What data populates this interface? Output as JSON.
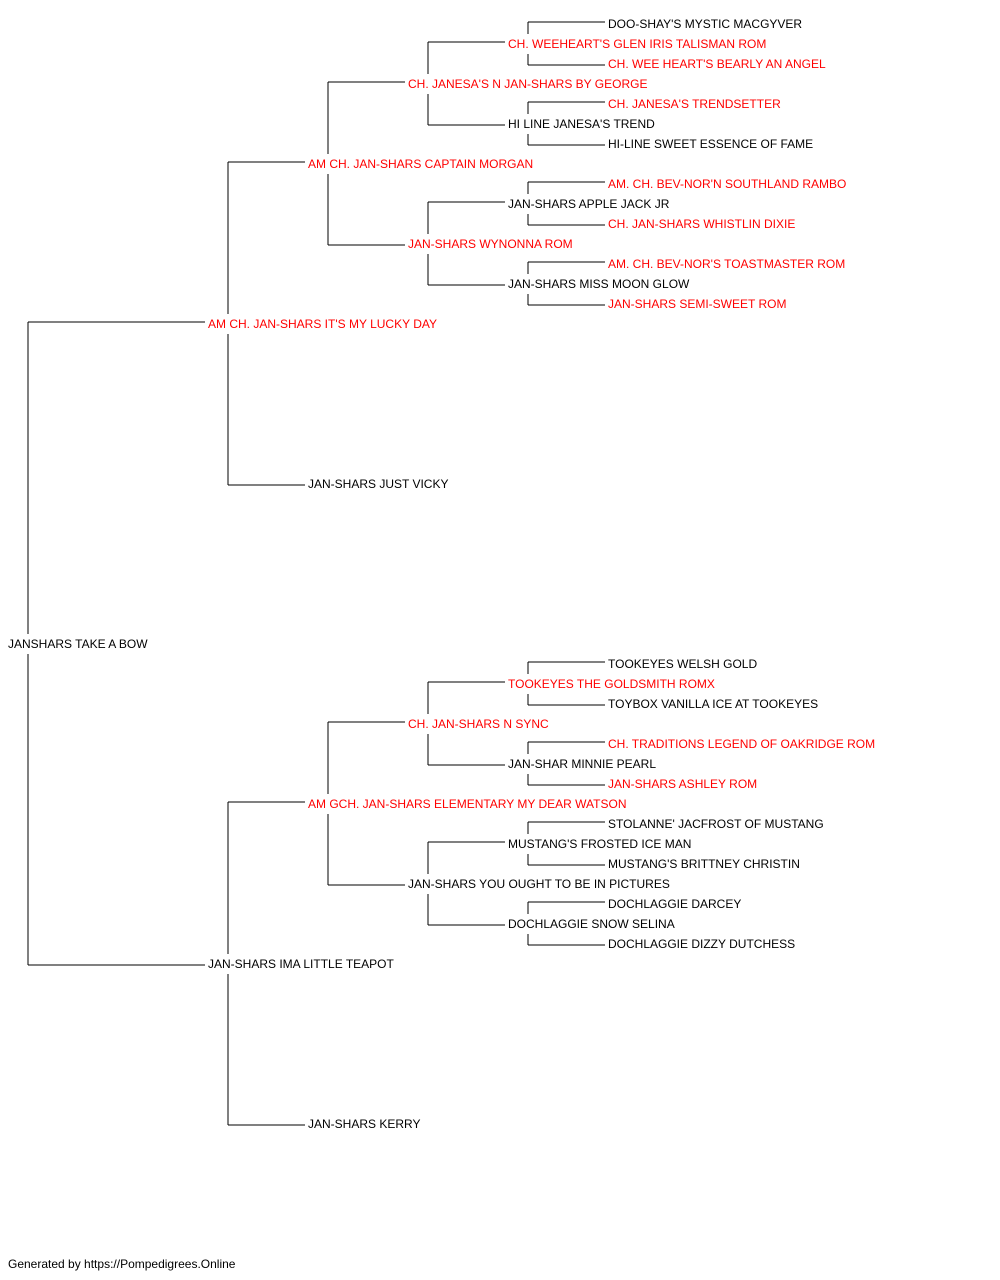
{
  "colors": {
    "titled": "#ff0000",
    "plain": "#000000",
    "lines": "#000000"
  },
  "pedigree": {
    "subject": {
      "name": "JANSHARS TAKE A BOW",
      "titled": false
    },
    "sire": {
      "name": "AM CH. JAN-SHARS IT'S MY LUCKY DAY",
      "titled": true
    },
    "dam": {
      "name": "JAN-SHARS IMA LITTLE TEAPOT",
      "titled": false
    },
    "sire_sire": {
      "name": "AM CH. JAN-SHARS CAPTAIN MORGAN",
      "titled": true
    },
    "sire_dam": {
      "name": "JAN-SHARS JUST VICKY",
      "titled": false
    },
    "dam_sire": {
      "name": "AM GCH. JAN-SHARS ELEMENTARY MY DEAR WATSON",
      "titled": true
    },
    "dam_dam": {
      "name": "JAN-SHARS KERRY",
      "titled": false
    },
    "ss_sire": {
      "name": "CH. JANESA'S N JAN-SHARS BY GEORGE",
      "titled": true
    },
    "ss_dam": {
      "name": "JAN-SHARS WYNONNA ROM",
      "titled": true
    },
    "ds_sire": {
      "name": "CH. JAN-SHARS N SYNC",
      "titled": true
    },
    "ds_dam": {
      "name": "JAN-SHARS YOU OUGHT TO BE IN PICTURES",
      "titled": false
    },
    "sss_sire": {
      "name": "CH. WEEHEART'S GLEN IRIS TALISMAN ROM",
      "titled": true
    },
    "sss_dam": {
      "name": "HI LINE JANESA'S TREND",
      "titled": false
    },
    "ssd_sire": {
      "name": "JAN-SHARS APPLE JACK JR",
      "titled": false
    },
    "ssd_dam": {
      "name": "JAN-SHARS MISS MOON GLOW",
      "titled": false
    },
    "dss_sire": {
      "name": "TOOKEYES THE GOLDSMITH ROMX",
      "titled": true
    },
    "dss_dam": {
      "name": "JAN-SHAR MINNIE PEARL",
      "titled": false
    },
    "dsd_sire": {
      "name": "MUSTANG'S FROSTED ICE MAN",
      "titled": false
    },
    "dsd_dam": {
      "name": "DOCHLAGGIE SNOW SELINA",
      "titled": false
    },
    "g5_01": {
      "name": "DOO-SHAY'S MYSTIC MACGYVER",
      "titled": false
    },
    "g5_02": {
      "name": "CH. WEE HEART'S BEARLY AN ANGEL",
      "titled": true
    },
    "g5_03": {
      "name": "CH. JANESA'S TRENDSETTER",
      "titled": true
    },
    "g5_04": {
      "name": "HI-LINE SWEET ESSENCE OF FAME",
      "titled": false
    },
    "g5_05": {
      "name": "AM. CH. BEV-NOR'N SOUTHLAND RAMBO",
      "titled": true
    },
    "g5_06": {
      "name": "CH. JAN-SHARS WHISTLIN DIXIE",
      "titled": true
    },
    "g5_07": {
      "name": "AM. CH. BEV-NOR'S TOASTMASTER ROM",
      "titled": true
    },
    "g5_08": {
      "name": "JAN-SHARS SEMI-SWEET ROM",
      "titled": true
    },
    "g5_09": {
      "name": "TOOKEYES WELSH GOLD",
      "titled": false
    },
    "g5_10": {
      "name": "TOYBOX VANILLA ICE AT TOOKEYES",
      "titled": false
    },
    "g5_11": {
      "name": "CH. TRADITIONS LEGEND OF OAKRIDGE ROM",
      "titled": true
    },
    "g5_12": {
      "name": "JAN-SHARS ASHLEY ROM",
      "titled": true
    },
    "g5_13": {
      "name": "STOLANNE' JACFROST OF MUSTANG",
      "titled": false
    },
    "g5_14": {
      "name": "MUSTANG'S BRITTNEY CHRISTIN",
      "titled": false
    },
    "g5_15": {
      "name": "DOCHLAGGIE DARCEY",
      "titled": false
    },
    "g5_16": {
      "name": "DOCHLAGGIE DIZZY DUTCHESS",
      "titled": false
    }
  },
  "footer": {
    "text": "Generated by https://Pompedigrees.Online"
  }
}
